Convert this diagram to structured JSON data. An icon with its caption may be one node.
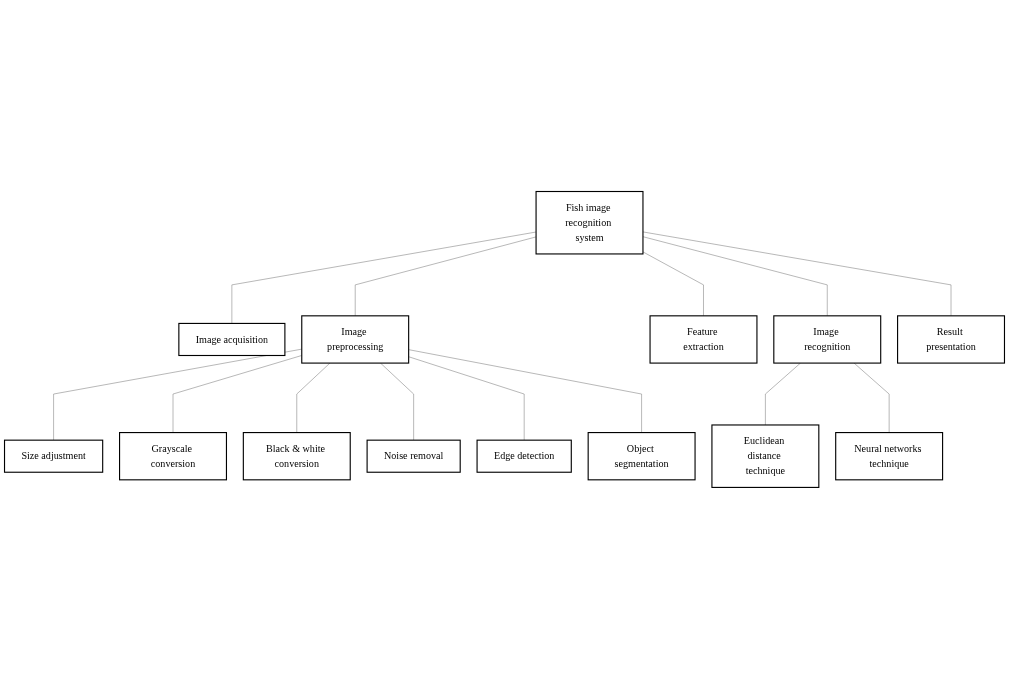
{
  "diagram": {
    "nodes": [
      {
        "text": [
          "Fish image recognition system"
        ]
      },
      {
        "text": [
          "Image acquisition"
        ]
      },
      {
        "text": [
          "Image preprocessing"
        ]
      },
      {
        "text": [
          "Feature extraction"
        ]
      },
      {
        "text": [
          "Image recognition"
        ]
      },
      {
        "text": [
          "Result presentation"
        ]
      },
      {
        "text": [
          "Size adjustment"
        ]
      },
      {
        "text": [
          "Grayscale conversion"
        ]
      },
      {
        "text": [
          "Black & white conversion"
        ]
      },
      {
        "text": [
          "Noise removal"
        ]
      },
      {
        "text": [
          "Edge detection"
        ]
      },
      {
        "text": [
          "Object segmentation"
        ]
      },
      {
        "text": [
          "Euclidean distance technique"
        ]
      },
      {
        "text": [
          "Neural networks technique"
        ]
      }
    ],
    "edges": [
      {
        "from": 0,
        "to": 1,
        "arrow": "none"
      },
      {
        "from": 0,
        "to": 2,
        "arrow": "none"
      },
      {
        "from": 0,
        "to": 3,
        "arrow": "none"
      },
      {
        "from": 0,
        "to": 4,
        "arrow": "none"
      },
      {
        "from": 0,
        "to": 5,
        "arrow": "none"
      },
      {
        "from": 2,
        "to": 6,
        "arrow": "none"
      },
      {
        "from": 2,
        "to": 7,
        "arrow": "none"
      },
      {
        "from": 2,
        "to": 8,
        "arrow": "none"
      },
      {
        "from": 2,
        "to": 9,
        "arrow": "none"
      },
      {
        "from": 2,
        "to": 10,
        "arrow": "none"
      },
      {
        "from": 2,
        "to": 11,
        "arrow": "none"
      },
      {
        "from": 4,
        "to": 12,
        "arrow": "none"
      },
      {
        "from": 4,
        "to": 13,
        "arrow": "none"
      }
    ]
  }
}
